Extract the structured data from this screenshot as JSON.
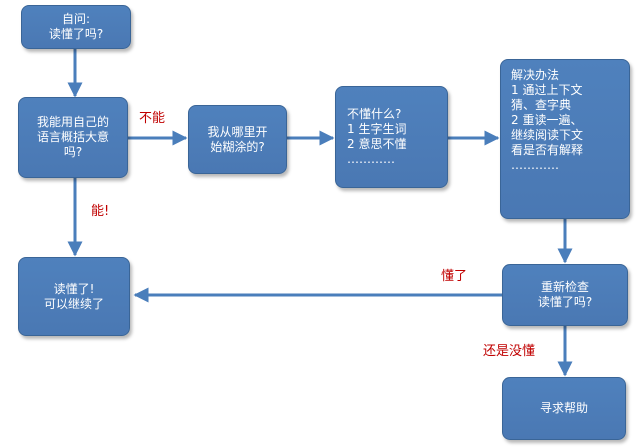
{
  "colors": {
    "node_fill": "#4f81bd",
    "node_border": "#3a6597",
    "node_text": "#ffffff",
    "arrow": "#4a7ebb",
    "edge_label": "#c00000"
  },
  "nodes": {
    "self_question": [
      "自问:",
      "读懂了吗?"
    ],
    "summarize": [
      "我能用自己的",
      "语言概括大意",
      "吗?"
    ],
    "where_confused": [
      "我从哪里开",
      "始糊涂的?"
    ],
    "what_unclear": [
      "不懂什么?",
      "1 生字生词",
      "2 意思不懂",
      "…………"
    ],
    "solutions": [
      "解决办法",
      "1 通过上下文",
      "猜、查字典",
      "2 重读一遍、",
      "继续阅读下文",
      "看是否有解释",
      "…………"
    ],
    "understood": [
      "读懂了!",
      "可以继续了"
    ],
    "recheck": [
      "重新检查",
      "读懂了吗?"
    ],
    "seek_help": [
      "寻求帮助"
    ]
  },
  "edge_labels": {
    "cannot": "不能",
    "can": "能!",
    "understood": "懂了",
    "still_not": "还是没懂"
  }
}
